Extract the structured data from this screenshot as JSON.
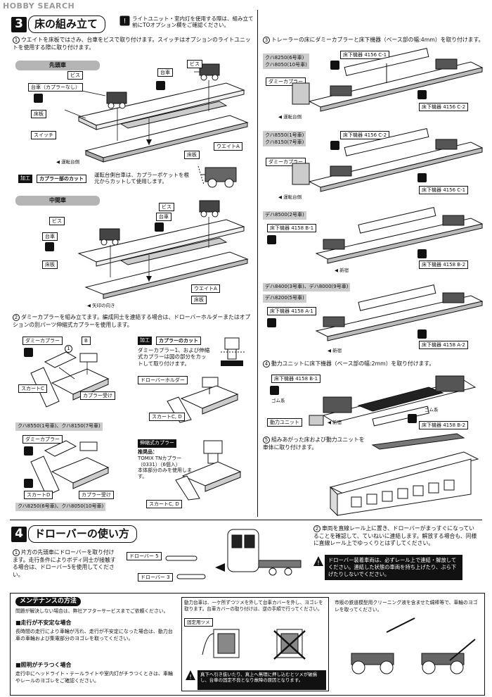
{
  "watermark": "HOBBY SEARCH",
  "section3": {
    "number": "3",
    "title": "床の組み立て",
    "note": "ライトユニット・室内灯を使用する際は、組み立て前にTOオプション欄をご確認ください。",
    "step1": {
      "num": "1",
      "text": "ウエイトを床板ではさみ、台車をビスで取り付けます。スイッチはオプションのライトユニットを使用する際に取り付けます。",
      "lead_car": "先頭車",
      "middle_car": "中間車",
      "labels": {
        "screw": "ビス",
        "bogie_no_coupler": "台車（カプラーなし）",
        "bogie": "台車",
        "floor": "床板",
        "switch": "スイッチ",
        "weight_a": "ウエイトA",
        "cab_bogie": "運転台側",
        "arrow_dir": "矢印の向き"
      },
      "cut": {
        "tag": "加工",
        "title": "カプラー部のカット",
        "text": "運転台側台車は、カプラーポケットを根元からカットして使用します。"
      }
    },
    "step2": {
      "num": "2",
      "text": "ダミーカプラーを組み立てます。編成同士を連結する場合は、ドローバーホルダーまたはオプションの別パーツ伸縮式カプラーを使用します。",
      "labels": {
        "dummy_coupler": "ダミーカプラー",
        "b": "B",
        "one": "1",
        "skirt_c": "スカートC",
        "coupler_holder": "カプラー受け",
        "skirt_d": "スカートD",
        "drawbar_holder": "ドローバーホルダー",
        "skirt_cd": "スカートC, D",
        "elastic_coupler": "伸縮式カプラー",
        "skirt_cd2": "スカートC, D"
      },
      "cars_a": "クハ8550(1号車)、クハ8150(7号車)",
      "cars_b": "クハ8250(6号車)、クハ8050(10号車)",
      "cut": {
        "tag": "加工",
        "title": "カプラーのカット",
        "text": "ダミーカプラー1、および伸縮式カプラーは図の部分をカットして取り付けます。"
      },
      "recommend": {
        "title": "推奨品：",
        "line1": "TOMIX TNカプラー",
        "line2": "（0331）（6個入）",
        "line3": "本体部分のみを使用します。"
      }
    },
    "step3": {
      "num": "3",
      "text": "トレーラーの床にダミーカプラーと床下機器（ベース部の幅:4mm）を取り付けます。",
      "groups": [
        {
          "cars": [
            "クハ8250(6号車)",
            "クハ8050(10号車)"
          ],
          "top": "床下機器 4156 C-1",
          "bottom": "床下機器 4156 C-2",
          "dummy": "ダミーカプラー",
          "cab": "運転台側"
        },
        {
          "cars": [
            "クハ8550(1号車)",
            "クハ8150(7号車)"
          ],
          "top": "床下機器 4156 C-2",
          "bottom": "床下機器 4156 C-1",
          "dummy": "ダミーカプラー",
          "cab": "運転台側"
        },
        {
          "cars": [
            "デハ8500(2号車)"
          ],
          "top": "床下機器 4158 B-1",
          "bottom": "床下機器 4158 B-2",
          "dir": "新宿"
        },
        {
          "cars": [
            "デハ8400(3号車)、デハ8000(9号車)",
            "デハ8200(5号車)"
          ],
          "top": "床下機器 4158 A-1",
          "bottom": "床下機器 4158 A-2",
          "dir": "新宿"
        }
      ]
    },
    "step4": {
      "num": "4",
      "text": "動力ユニットに床下機器（ベース部の幅:2mm）を取り付けます。",
      "top": "床下機器 4158 B-1",
      "rubber1": "ゴム系",
      "rubber2": "ゴム系",
      "unit": "動力ユニット",
      "dir": "新宿",
      "bottom": "床下機器 4158 B-2"
    },
    "step5": {
      "num": "5",
      "text": "組みあがった床および動力ユニットを車体に取り付けます。"
    }
  },
  "section4": {
    "number": "4",
    "title": "ドローバーの使い方",
    "step1": {
      "num": "1",
      "text": "片方の先頭車にドローバーを取り付けます。走行条件によりボディ同士が接触する場合は、ドローバー5を使用してください。",
      "bar5": "ドローバー 5",
      "bar3": "ドローバー 3"
    },
    "step2": {
      "num": "2",
      "text": "車両を直線レール上に置き、ドローバーがまっすぐになっていることを確認して、ていねいに連結します。解放する場合も、同様に直線レール上でゆっくりとはずしてください。"
    },
    "warning": "ドローバー装着車両は、必ずレール上で連結・解放してください。連結した状態の車両を持ち上げたり、ぶら下げたりしないでください。"
  },
  "maintenance": {
    "title": "メンテナンスの方法",
    "intro": "問題が解決しない場合は、弊社アフターサービスまでご依頼ください。",
    "h1": "■走行が不安定な場合",
    "p1": "長時間の走行により車輪が汚れ、走行が不安定になった場合は、動力台車の車輪および集電部分のヨゴレを取ってください。",
    "h2": "■照明がチラつく場合",
    "p2": "走行中にヘッドライト・テールライトや室内灯がチラつくときは、車輪やレールのヨゴレをご確認ください。",
    "center_text": "動力台車は、一ケ所ずつツメを外して台車カバーを外し、ヨゴレを取ります。台車カバーの取り付けは、逆の手順で行ってください。",
    "fix_tab": "固定用ツメ",
    "center_warn": "真下へ引き抜いたり、真上へ無理に押し込むとツメが破損し、台車の固定不良となり故障の原因となります。",
    "right_text": "市販の鉄道模型用クリーニング液を含ませた綿棒等で、車輪のヨゴレを取ってください。"
  }
}
